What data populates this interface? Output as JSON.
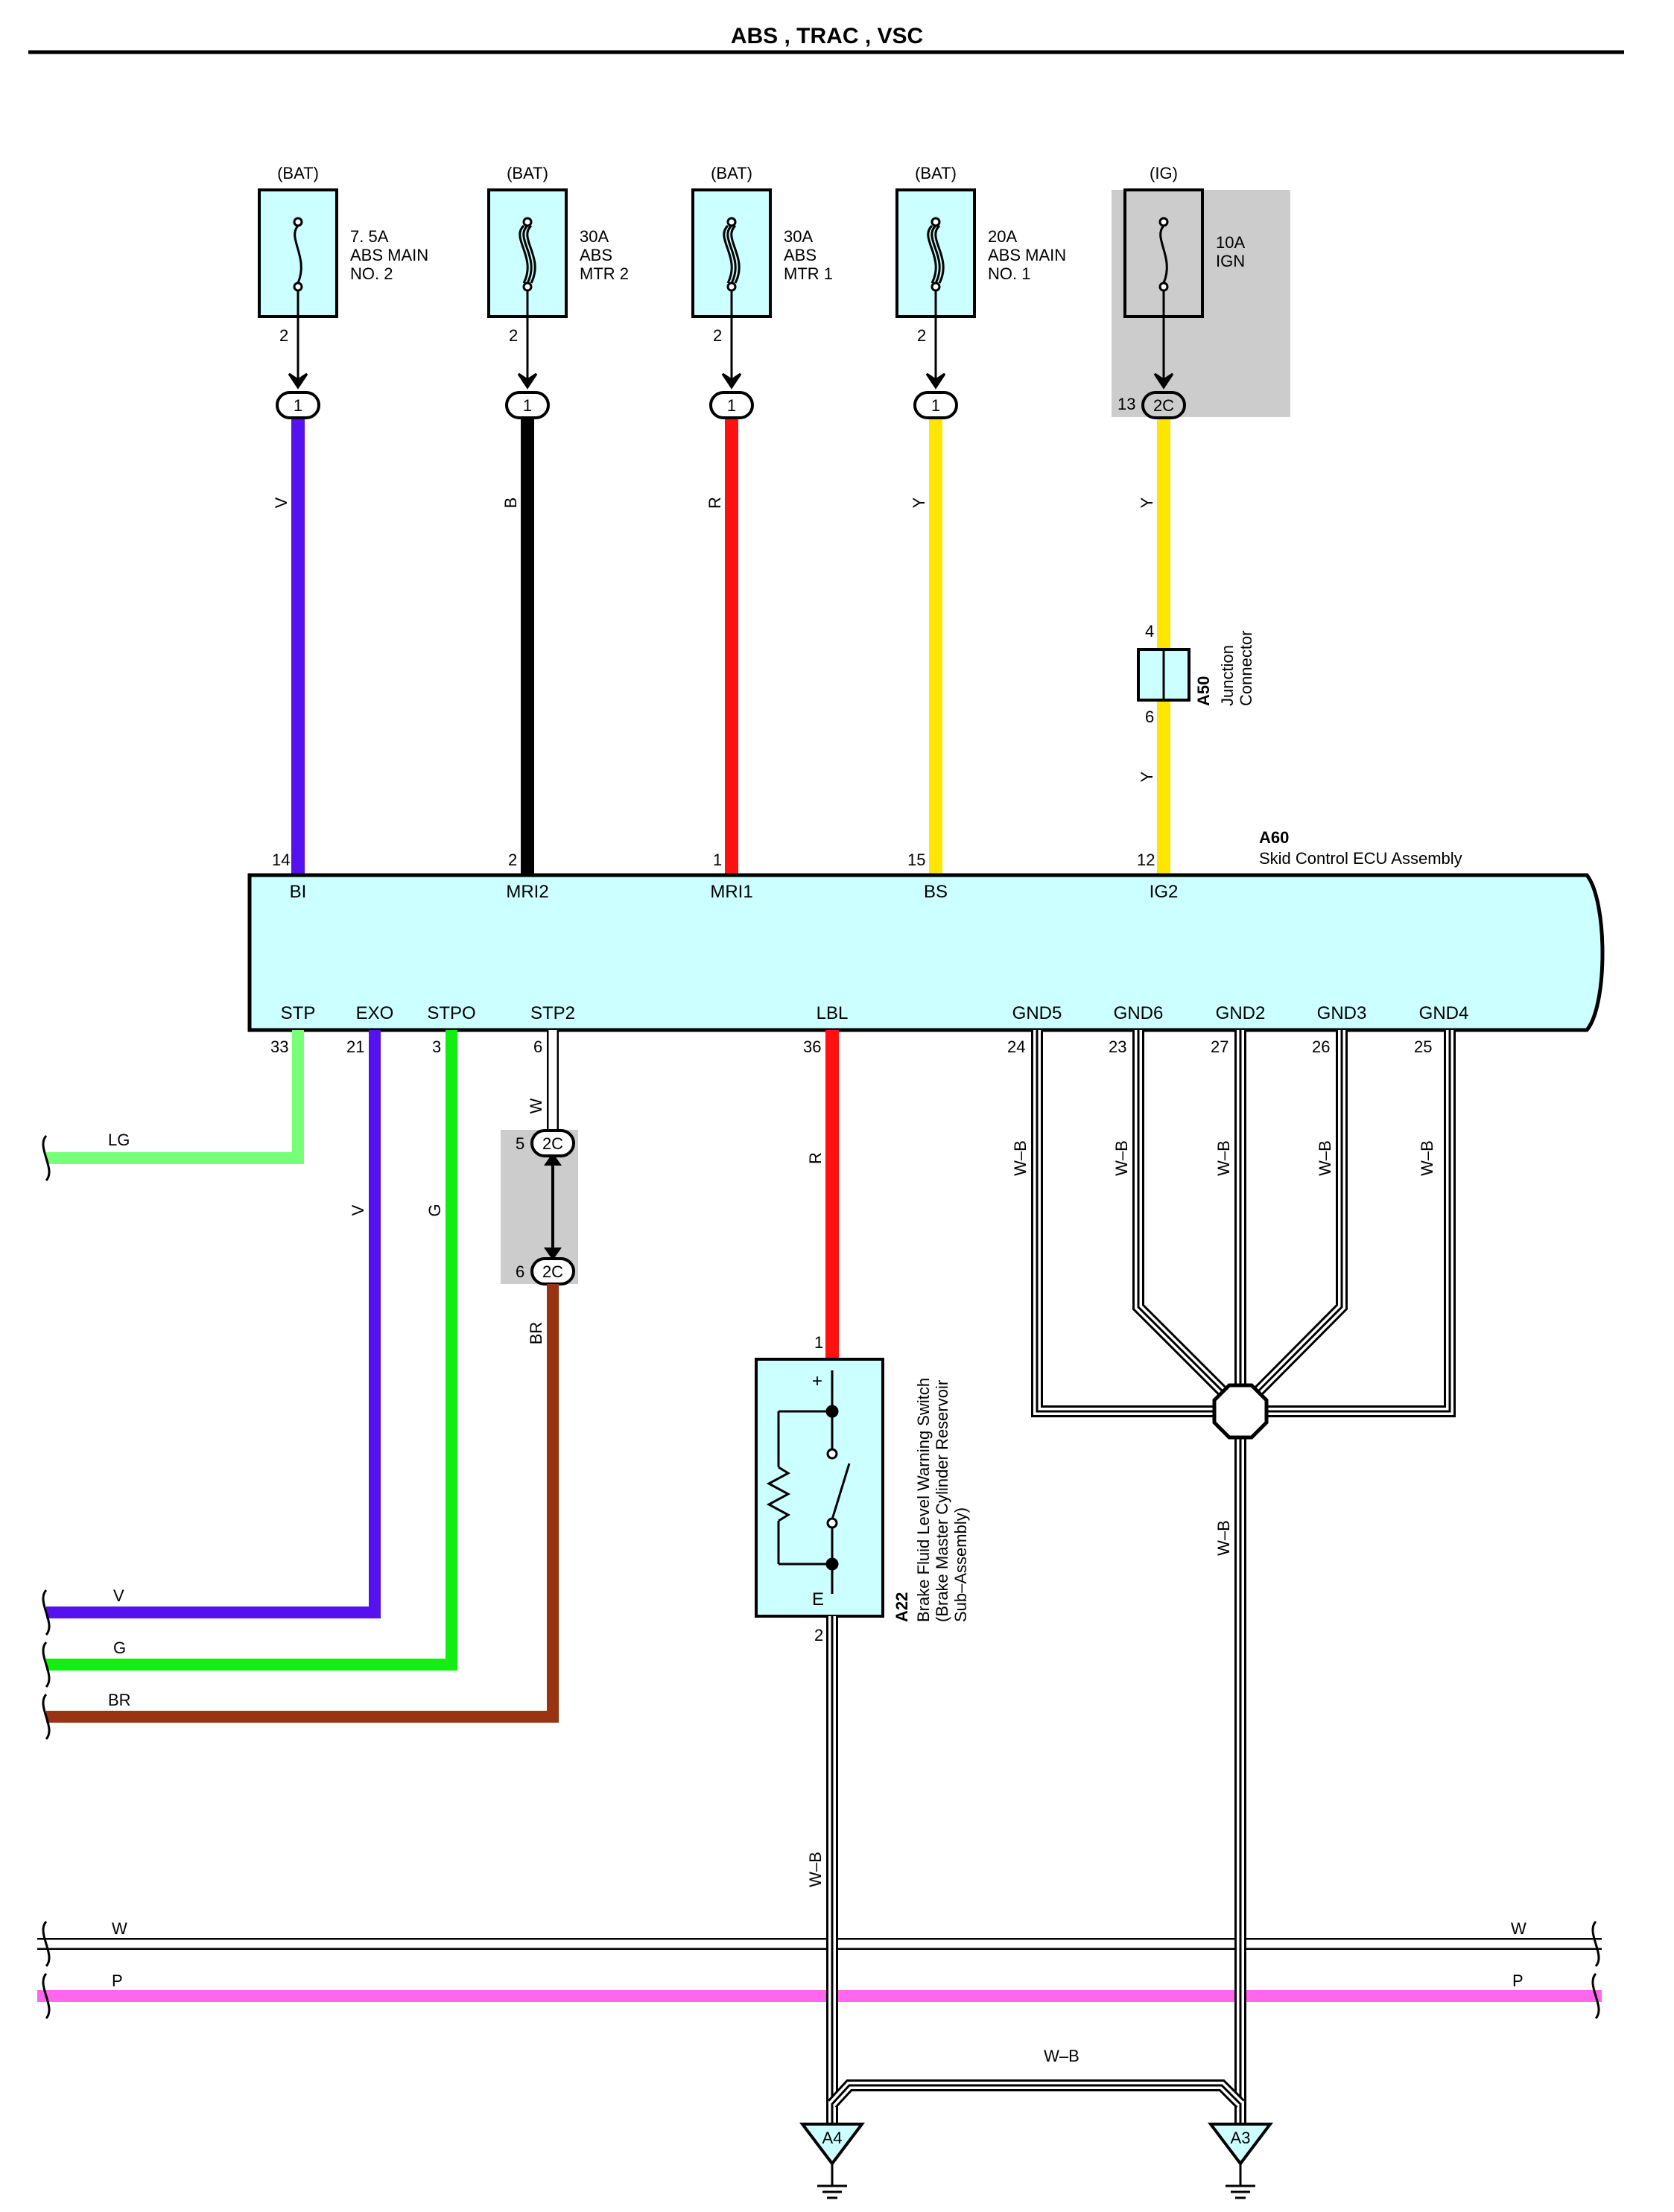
{
  "title": "ABS , TRAC , VSC",
  "colors": {
    "V": "#5511ee",
    "B": "#000000",
    "R": "#ff1111",
    "Y": "#ffe600",
    "LG": "#77ff77",
    "G": "#11ee11",
    "BR": "#993311",
    "P": "#ff66ee",
    "W": "#ffffff",
    "component": "#ccffff",
    "shade": "#cccccc"
  },
  "fuses": [
    {
      "source": "(BAT)",
      "rating": "7. 5A",
      "line1": "ABS MAIN",
      "line2": "NO. 2",
      "pin": "2",
      "connector": "1",
      "wire": "V",
      "ecu_pin": "14",
      "ecu_term": "BI"
    },
    {
      "source": "(BAT)",
      "rating": "30A",
      "line1": "ABS",
      "line2": "MTR 2",
      "pin": "2",
      "connector": "1",
      "wire": "B",
      "ecu_pin": "2",
      "ecu_term": "MRI2"
    },
    {
      "source": "(BAT)",
      "rating": "30A",
      "line1": "ABS",
      "line2": "MTR 1",
      "pin": "2",
      "connector": "1",
      "wire": "R",
      "ecu_pin": "1",
      "ecu_term": "MRI1"
    },
    {
      "source": "(BAT)",
      "rating": "20A",
      "line1": "ABS MAIN",
      "line2": "NO. 1",
      "pin": "2",
      "connector": "1",
      "wire": "Y",
      "ecu_pin": "15",
      "ecu_term": "BS"
    },
    {
      "source": "(IG)",
      "rating": "10A",
      "line1": "IGN",
      "line2": "",
      "pin": "13",
      "connector": "2C",
      "wire": "Y",
      "wire2": "Y",
      "ecu_pin": "12",
      "ecu_term": "IG2"
    }
  ],
  "junction": {
    "code": "A50",
    "name1": "Junction",
    "name2": "Connector",
    "pin_top": "4",
    "pin_bottom": "6"
  },
  "ecu": {
    "code": "A60",
    "name": "Skid Control ECU Assembly"
  },
  "bottom_terms": [
    {
      "term": "STP",
      "pin": "33",
      "wire": "LG"
    },
    {
      "term": "EXO",
      "pin": "21",
      "wire": "V"
    },
    {
      "term": "STPO",
      "pin": "3",
      "wire": "G"
    },
    {
      "term": "STP2",
      "pin": "6",
      "wire": "W"
    },
    {
      "term": "LBL",
      "pin": "36",
      "wire": "R"
    },
    {
      "term": "GND5",
      "pin": "24",
      "wire": "W–B"
    },
    {
      "term": "GND6",
      "pin": "23",
      "wire": "W–B"
    },
    {
      "term": "GND2",
      "pin": "27",
      "wire": "W–B"
    },
    {
      "term": "GND3",
      "pin": "26",
      "wire": "W–B"
    },
    {
      "term": "GND4",
      "pin": "25",
      "wire": "W–B"
    }
  ],
  "stp2_connector": {
    "pin_top": "5",
    "code_top": "2C",
    "pin_bottom": "6",
    "code_bottom": "2C",
    "wire_after": "BR"
  },
  "switch": {
    "code": "A22",
    "name1": "Brake Fluid Level Warning Switch",
    "name2": "(Brake Master Cylinder Reservoir",
    "name3": "Sub–Assembly)",
    "pin_top": "1",
    "plus": "+",
    "term_e": "E",
    "pin_bottom": "2",
    "wire_bottom": "W–B"
  },
  "offpage_left": [
    {
      "label": "LG"
    },
    {
      "label": "V"
    },
    {
      "label": "G"
    },
    {
      "label": "BR"
    }
  ],
  "bus": [
    {
      "left": "W",
      "right": "W"
    },
    {
      "left": "P",
      "right": "P"
    }
  ],
  "ground_wire": "W–B",
  "ground_link": "W–B",
  "grounds": [
    {
      "code": "A4"
    },
    {
      "code": "A3"
    }
  ]
}
